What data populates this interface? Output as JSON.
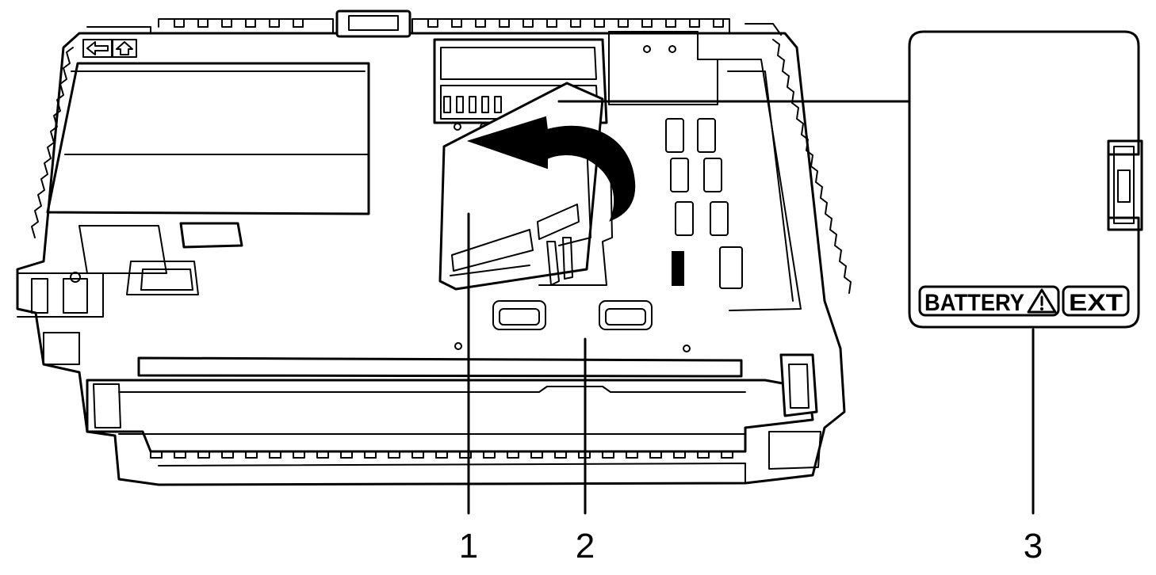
{
  "callouts": [
    {
      "id": "1",
      "label": "1"
    },
    {
      "id": "2",
      "label": "2"
    },
    {
      "id": "3",
      "label": "3"
    }
  ],
  "labels": {
    "battery": "BATTERY",
    "ext": "EXT"
  },
  "icons": [
    "left-arrow-icon",
    "up-arrow-icon",
    "warning-triangle-icon",
    "rotate-arrow-icon"
  ],
  "colors": {
    "line": "#000000",
    "background": "#ffffff"
  }
}
